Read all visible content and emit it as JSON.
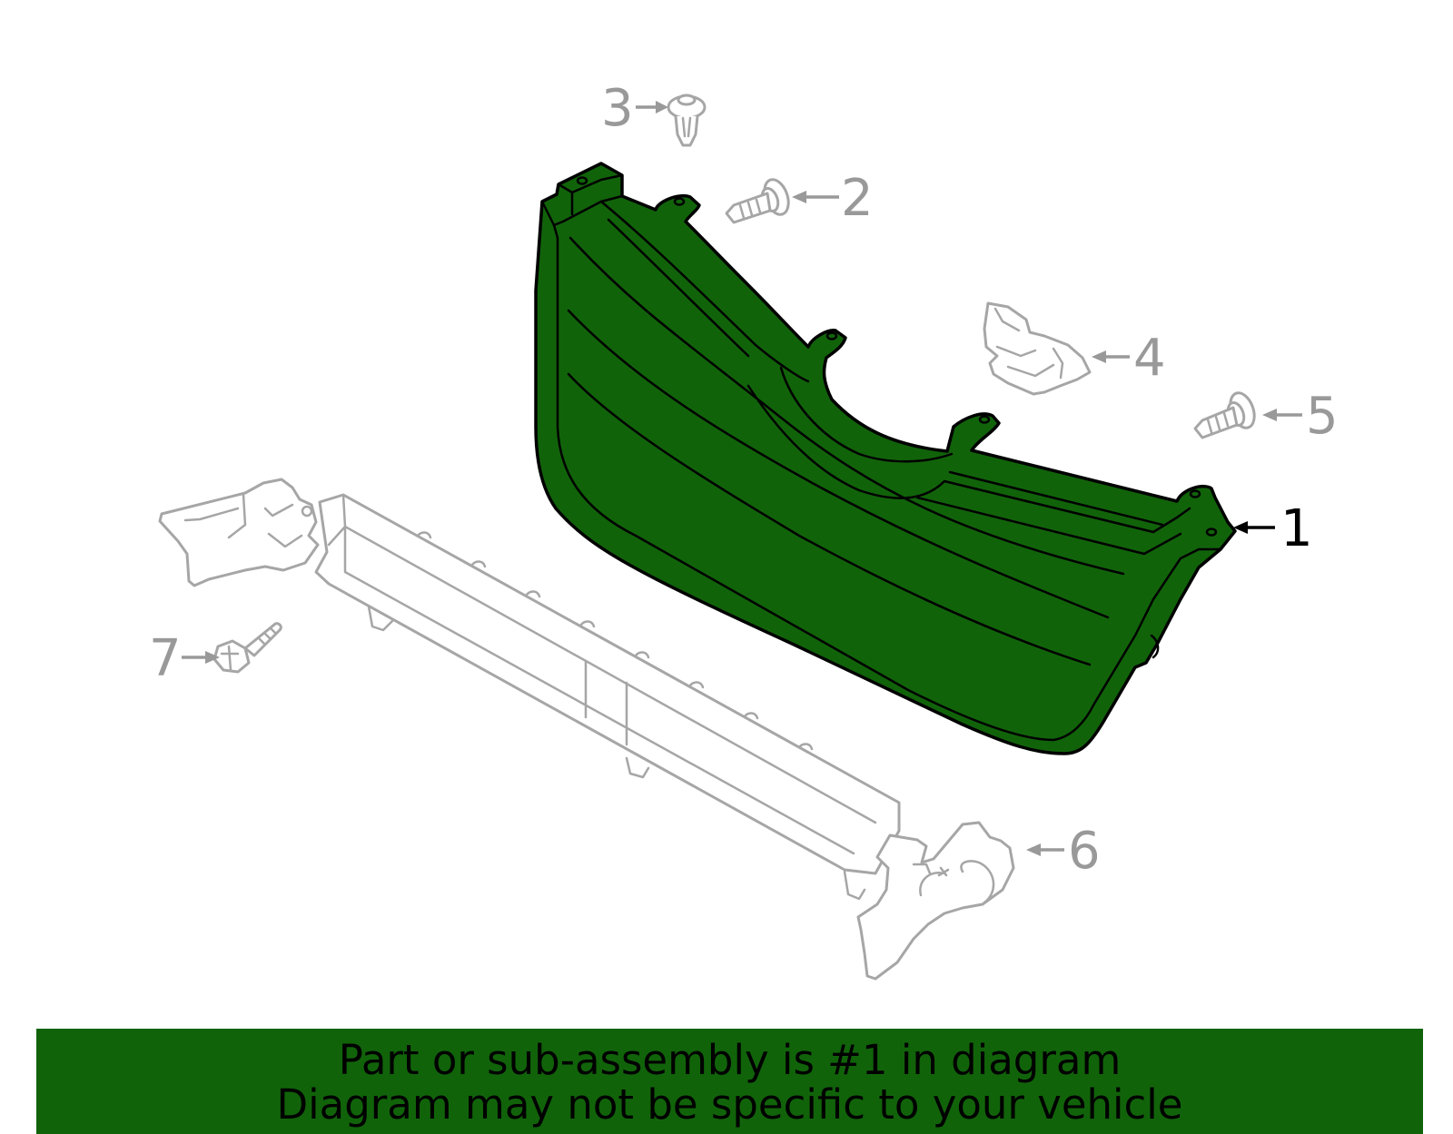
{
  "callouts": [
    {
      "number": "1",
      "part": "grille",
      "highlighted": true
    },
    {
      "number": "2",
      "part": "screw",
      "highlighted": false
    },
    {
      "number": "3",
      "part": "clip",
      "highlighted": false
    },
    {
      "number": "4",
      "part": "bracket",
      "highlighted": false
    },
    {
      "number": "5",
      "part": "screw",
      "highlighted": false
    },
    {
      "number": "6",
      "part": "support-bar",
      "highlighted": false
    },
    {
      "number": "7",
      "part": "bolt",
      "highlighted": false
    }
  ],
  "banner": {
    "line1": "Part or sub-assembly is #1 in diagram",
    "line2": "Diagram may not be specific to your vehicle"
  },
  "colors": {
    "highlight": "#11630a",
    "outline_gray": "#a6a6a6",
    "callout_gray": "#999999",
    "outline_black": "#000000"
  }
}
